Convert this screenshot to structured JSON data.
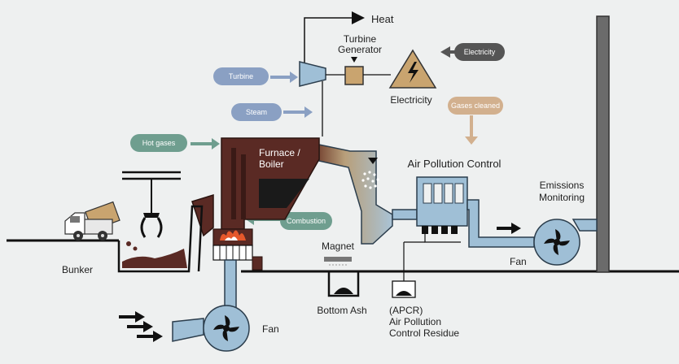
{
  "labels": {
    "heat": "Heat",
    "turbine_generator_1": "Turbine",
    "turbine_generator_2": "Generator",
    "electricity": "Electricity",
    "furnace_boiler_1": "Furnace /",
    "furnace_boiler_2": "Boiler",
    "air_pollution_control": "Air Pollution Control",
    "emissions_1": "Emissions",
    "emissions_2": "Monitoring",
    "bunker": "Bunker",
    "magnet": "Magnet",
    "bottom_ash": "Bottom Ash",
    "apcr_1": "(APCR)",
    "apcr_2": "Air Pollution",
    "apcr_3": "Control Residue",
    "fan_left": "Fan",
    "fan_right": "Fan"
  },
  "pills": {
    "turbine": "Turbine",
    "steam": "Steam",
    "hot_gases": "Hot gases",
    "combustion": "Combustion",
    "electricity": "Electricity",
    "gases_cleaned": "Gases cleaned"
  },
  "colors": {
    "background": "#eef0f0",
    "pipe_blue": "#9fbfd6",
    "pipe_blue_stroke": "#2c3e4d",
    "furnace_brown": "#5a2a24",
    "turbine_pill": "#8aa0c3",
    "hot_gas_pill": "#6f9e8f",
    "electricity_pill": "#555555",
    "gases_cleaned_pill": "#d2b08e",
    "transformer": "#c9a46f",
    "stack_gray": "#6b6b6b",
    "flame": "#e5582b"
  }
}
